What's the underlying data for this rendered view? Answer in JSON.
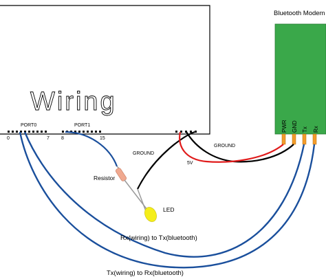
{
  "board": {
    "logo_text": "Wiring",
    "port0_label": "PORT0",
    "port1_label": "PORT1",
    "pin_0": "0",
    "pin_7": "7",
    "pin_8": "8",
    "pin_15": "15"
  },
  "modem": {
    "title": "Bluetooth Modem",
    "pins": [
      "PWR",
      "GND",
      "Tx",
      "Rx"
    ],
    "color": "#3aa84a"
  },
  "labels": {
    "ground_left": "GROUND",
    "ground_right": "GROUND",
    "five_v": "5V",
    "resistor": "Resistor",
    "led": "LED",
    "rx_wire": "Rx(wiring) to Tx(bluetooth)",
    "tx_wire": "Tx(wiring) to Rx(bluetooth)"
  },
  "colors": {
    "signal_wire": "#1a4f9c",
    "power_wire": "#e01b1b",
    "ground_wire": "#000000",
    "led": "#f5ee1a",
    "resistor": "#f0a990",
    "pin": "#f39c2b"
  }
}
